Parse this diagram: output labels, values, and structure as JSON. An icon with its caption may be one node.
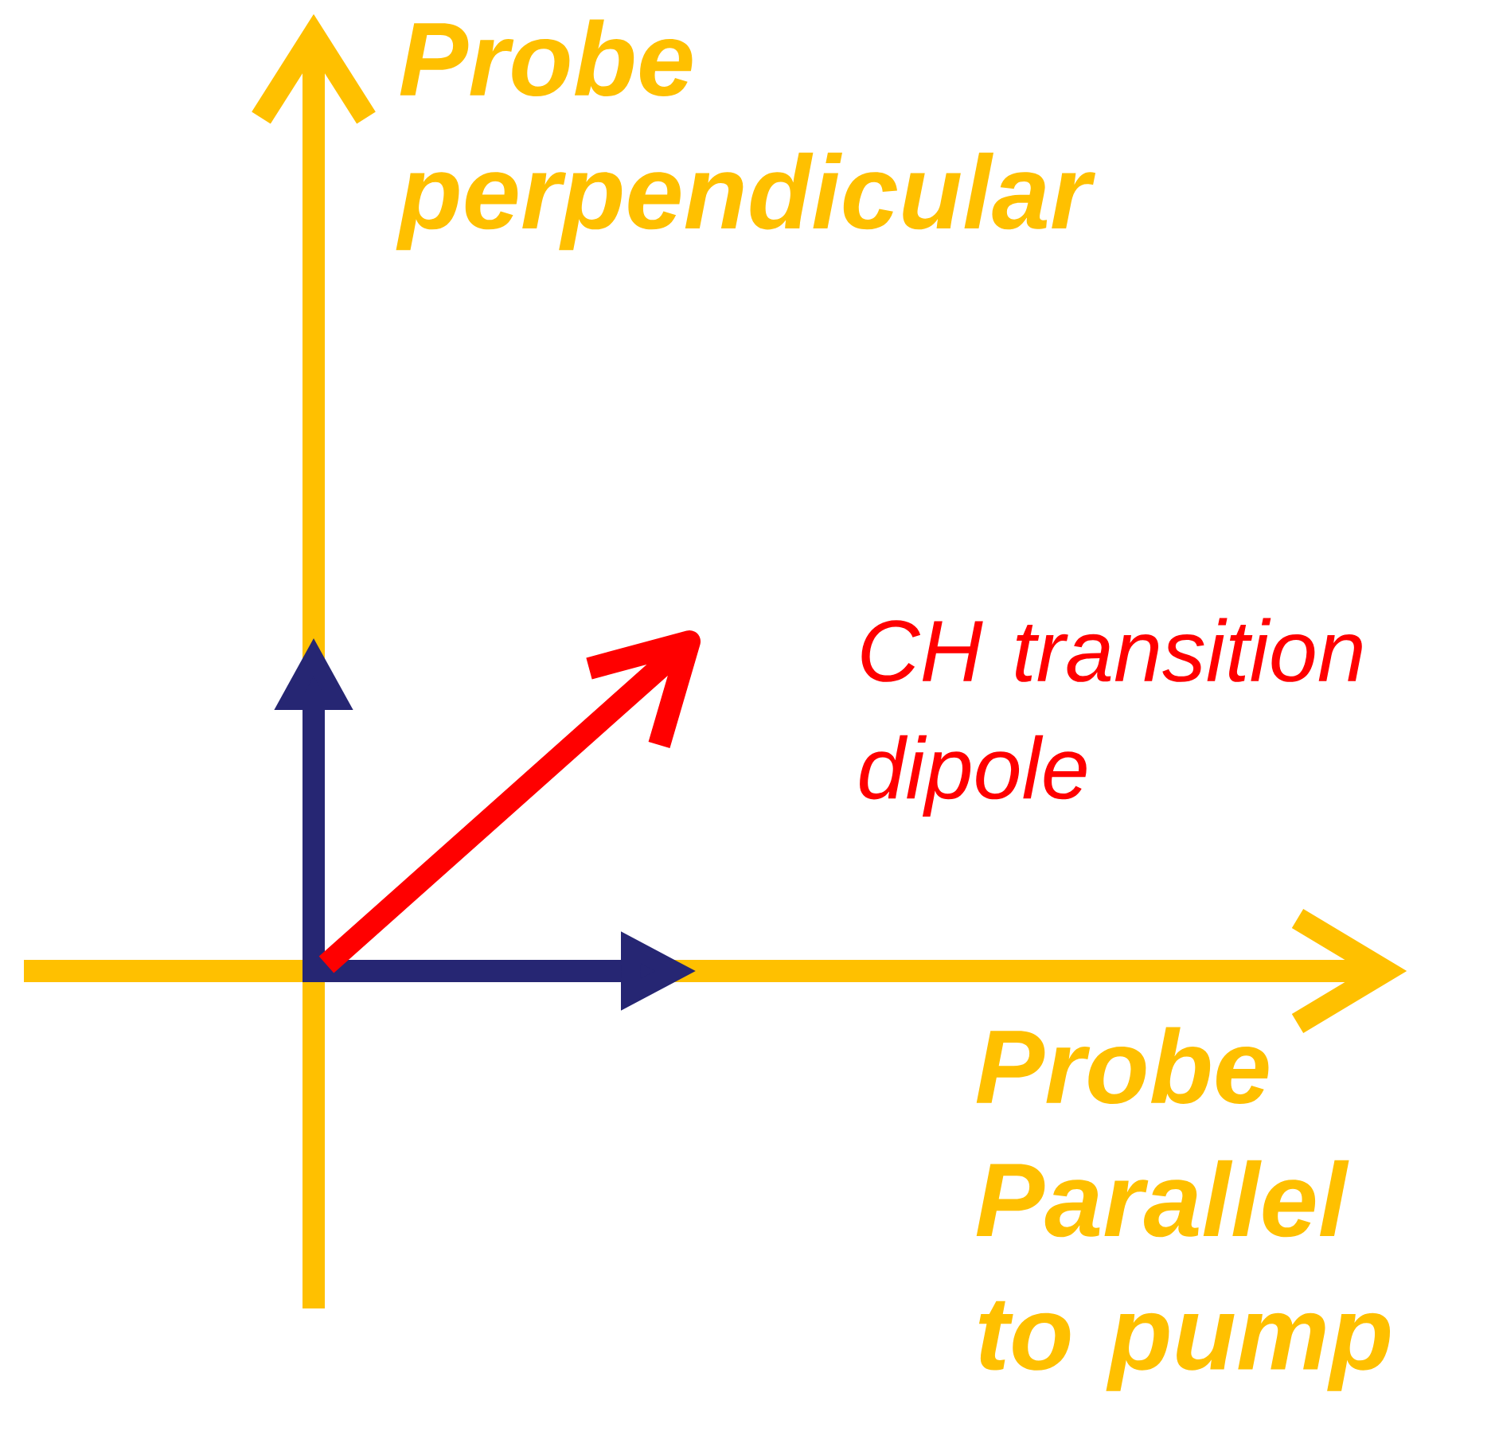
{
  "diagram": {
    "labels": [
      "Probe perpendicular",
      "CH transition dipole",
      "Probe Parallel to pump"
    ]
  }
}
